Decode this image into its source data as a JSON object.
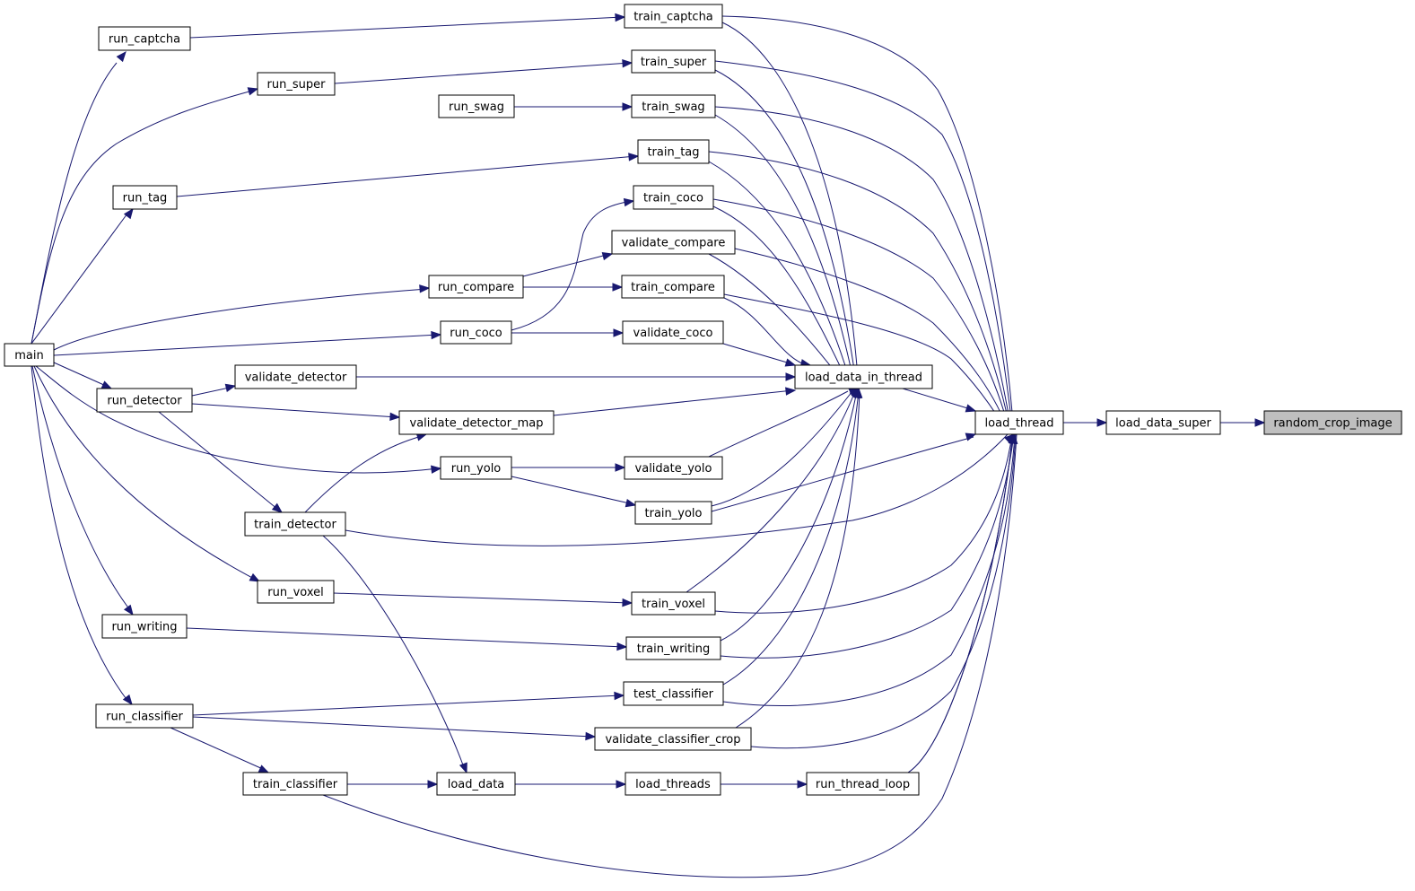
{
  "diagram": {
    "type": "caller-graph",
    "colors": {
      "edge": "#191970",
      "node_border": "#000000",
      "node_fill": "#ffffff",
      "highlight_fill": "#bfbfbf"
    },
    "nodes": {
      "main": "main",
      "run_captcha": "run_captcha",
      "run_super": "run_super",
      "run_tag": "run_tag",
      "run_detector": "run_detector",
      "run_writing": "run_writing",
      "run_classifier": "run_classifier",
      "run_swag": "run_swag",
      "run_compare": "run_compare",
      "run_coco": "run_coco",
      "validate_detector": "validate_detector",
      "validate_detector_map": "validate_detector_map",
      "run_yolo": "run_yolo",
      "train_detector": "train_detector",
      "run_voxel": "run_voxel",
      "train_classifier": "train_classifier",
      "load_data": "load_data",
      "train_captcha": "train_captcha",
      "train_super": "train_super",
      "train_swag": "train_swag",
      "train_tag": "train_tag",
      "train_coco": "train_coco",
      "validate_compare": "validate_compare",
      "train_compare": "train_compare",
      "validate_coco": "validate_coco",
      "validate_yolo": "validate_yolo",
      "train_yolo": "train_yolo",
      "train_voxel": "train_voxel",
      "train_writing": "train_writing",
      "test_classifier": "test_classifier",
      "validate_classifier_crop": "validate_classifier_crop",
      "load_threads": "load_threads",
      "load_data_in_thread": "load_data_in_thread",
      "run_thread_loop": "run_thread_loop",
      "load_thread": "load_thread",
      "load_data_super": "load_data_super",
      "random_crop_image": "random_crop_image"
    },
    "highlighted": "random_crop_image",
    "edges": [
      [
        "main",
        "run_captcha"
      ],
      [
        "main",
        "run_super"
      ],
      [
        "main",
        "run_tag"
      ],
      [
        "main",
        "run_compare"
      ],
      [
        "main",
        "run_coco"
      ],
      [
        "main",
        "run_detector"
      ],
      [
        "main",
        "run_yolo"
      ],
      [
        "main",
        "run_voxel"
      ],
      [
        "main",
        "run_writing"
      ],
      [
        "main",
        "run_classifier"
      ],
      [
        "run_captcha",
        "train_captcha"
      ],
      [
        "run_super",
        "train_super"
      ],
      [
        "run_swag",
        "train_swag"
      ],
      [
        "run_tag",
        "train_tag"
      ],
      [
        "run_coco",
        "train_coco"
      ],
      [
        "run_compare",
        "validate_compare"
      ],
      [
        "run_compare",
        "train_compare"
      ],
      [
        "run_coco",
        "validate_coco"
      ],
      [
        "run_detector",
        "validate_detector"
      ],
      [
        "run_detector",
        "validate_detector_map"
      ],
      [
        "run_detector",
        "train_detector"
      ],
      [
        "run_yolo",
        "validate_yolo"
      ],
      [
        "run_yolo",
        "train_yolo"
      ],
      [
        "run_voxel",
        "train_voxel"
      ],
      [
        "run_writing",
        "train_writing"
      ],
      [
        "run_classifier",
        "test_classifier"
      ],
      [
        "run_classifier",
        "validate_classifier_crop"
      ],
      [
        "run_classifier",
        "train_classifier"
      ],
      [
        "train_detector",
        "validate_detector_map"
      ],
      [
        "train_detector",
        "load_data"
      ],
      [
        "train_classifier",
        "load_data"
      ],
      [
        "load_data",
        "load_threads"
      ],
      [
        "load_threads",
        "run_thread_loop"
      ],
      [
        "run_thread_loop",
        "load_thread"
      ],
      [
        "train_captcha",
        "load_data_in_thread"
      ],
      [
        "train_super",
        "load_data_in_thread"
      ],
      [
        "train_swag",
        "load_data_in_thread"
      ],
      [
        "train_tag",
        "load_data_in_thread"
      ],
      [
        "train_coco",
        "load_data_in_thread"
      ],
      [
        "validate_compare",
        "load_data_in_thread"
      ],
      [
        "train_compare",
        "load_data_in_thread"
      ],
      [
        "validate_coco",
        "load_data_in_thread"
      ],
      [
        "validate_detector",
        "load_data_in_thread"
      ],
      [
        "validate_detector_map",
        "load_data_in_thread"
      ],
      [
        "validate_yolo",
        "load_data_in_thread"
      ],
      [
        "train_yolo",
        "load_data_in_thread"
      ],
      [
        "train_voxel",
        "load_data_in_thread"
      ],
      [
        "train_writing",
        "load_data_in_thread"
      ],
      [
        "test_classifier",
        "load_data_in_thread"
      ],
      [
        "validate_classifier_crop",
        "load_data_in_thread"
      ],
      [
        "train_captcha",
        "load_thread"
      ],
      [
        "train_super",
        "load_thread"
      ],
      [
        "train_swag",
        "load_thread"
      ],
      [
        "train_tag",
        "load_thread"
      ],
      [
        "train_coco",
        "load_thread"
      ],
      [
        "validate_compare",
        "load_thread"
      ],
      [
        "train_compare",
        "load_thread"
      ],
      [
        "load_data_in_thread",
        "load_thread"
      ],
      [
        "train_yolo",
        "load_thread"
      ],
      [
        "train_detector",
        "load_thread"
      ],
      [
        "train_voxel",
        "load_thread"
      ],
      [
        "train_writing",
        "load_thread"
      ],
      [
        "test_classifier",
        "load_thread"
      ],
      [
        "validate_classifier_crop",
        "load_thread"
      ],
      [
        "run_thread_loop",
        "load_thread"
      ],
      [
        "train_classifier",
        "load_thread"
      ],
      [
        "load_thread",
        "load_data_super"
      ],
      [
        "load_data_super",
        "random_crop_image"
      ]
    ]
  }
}
